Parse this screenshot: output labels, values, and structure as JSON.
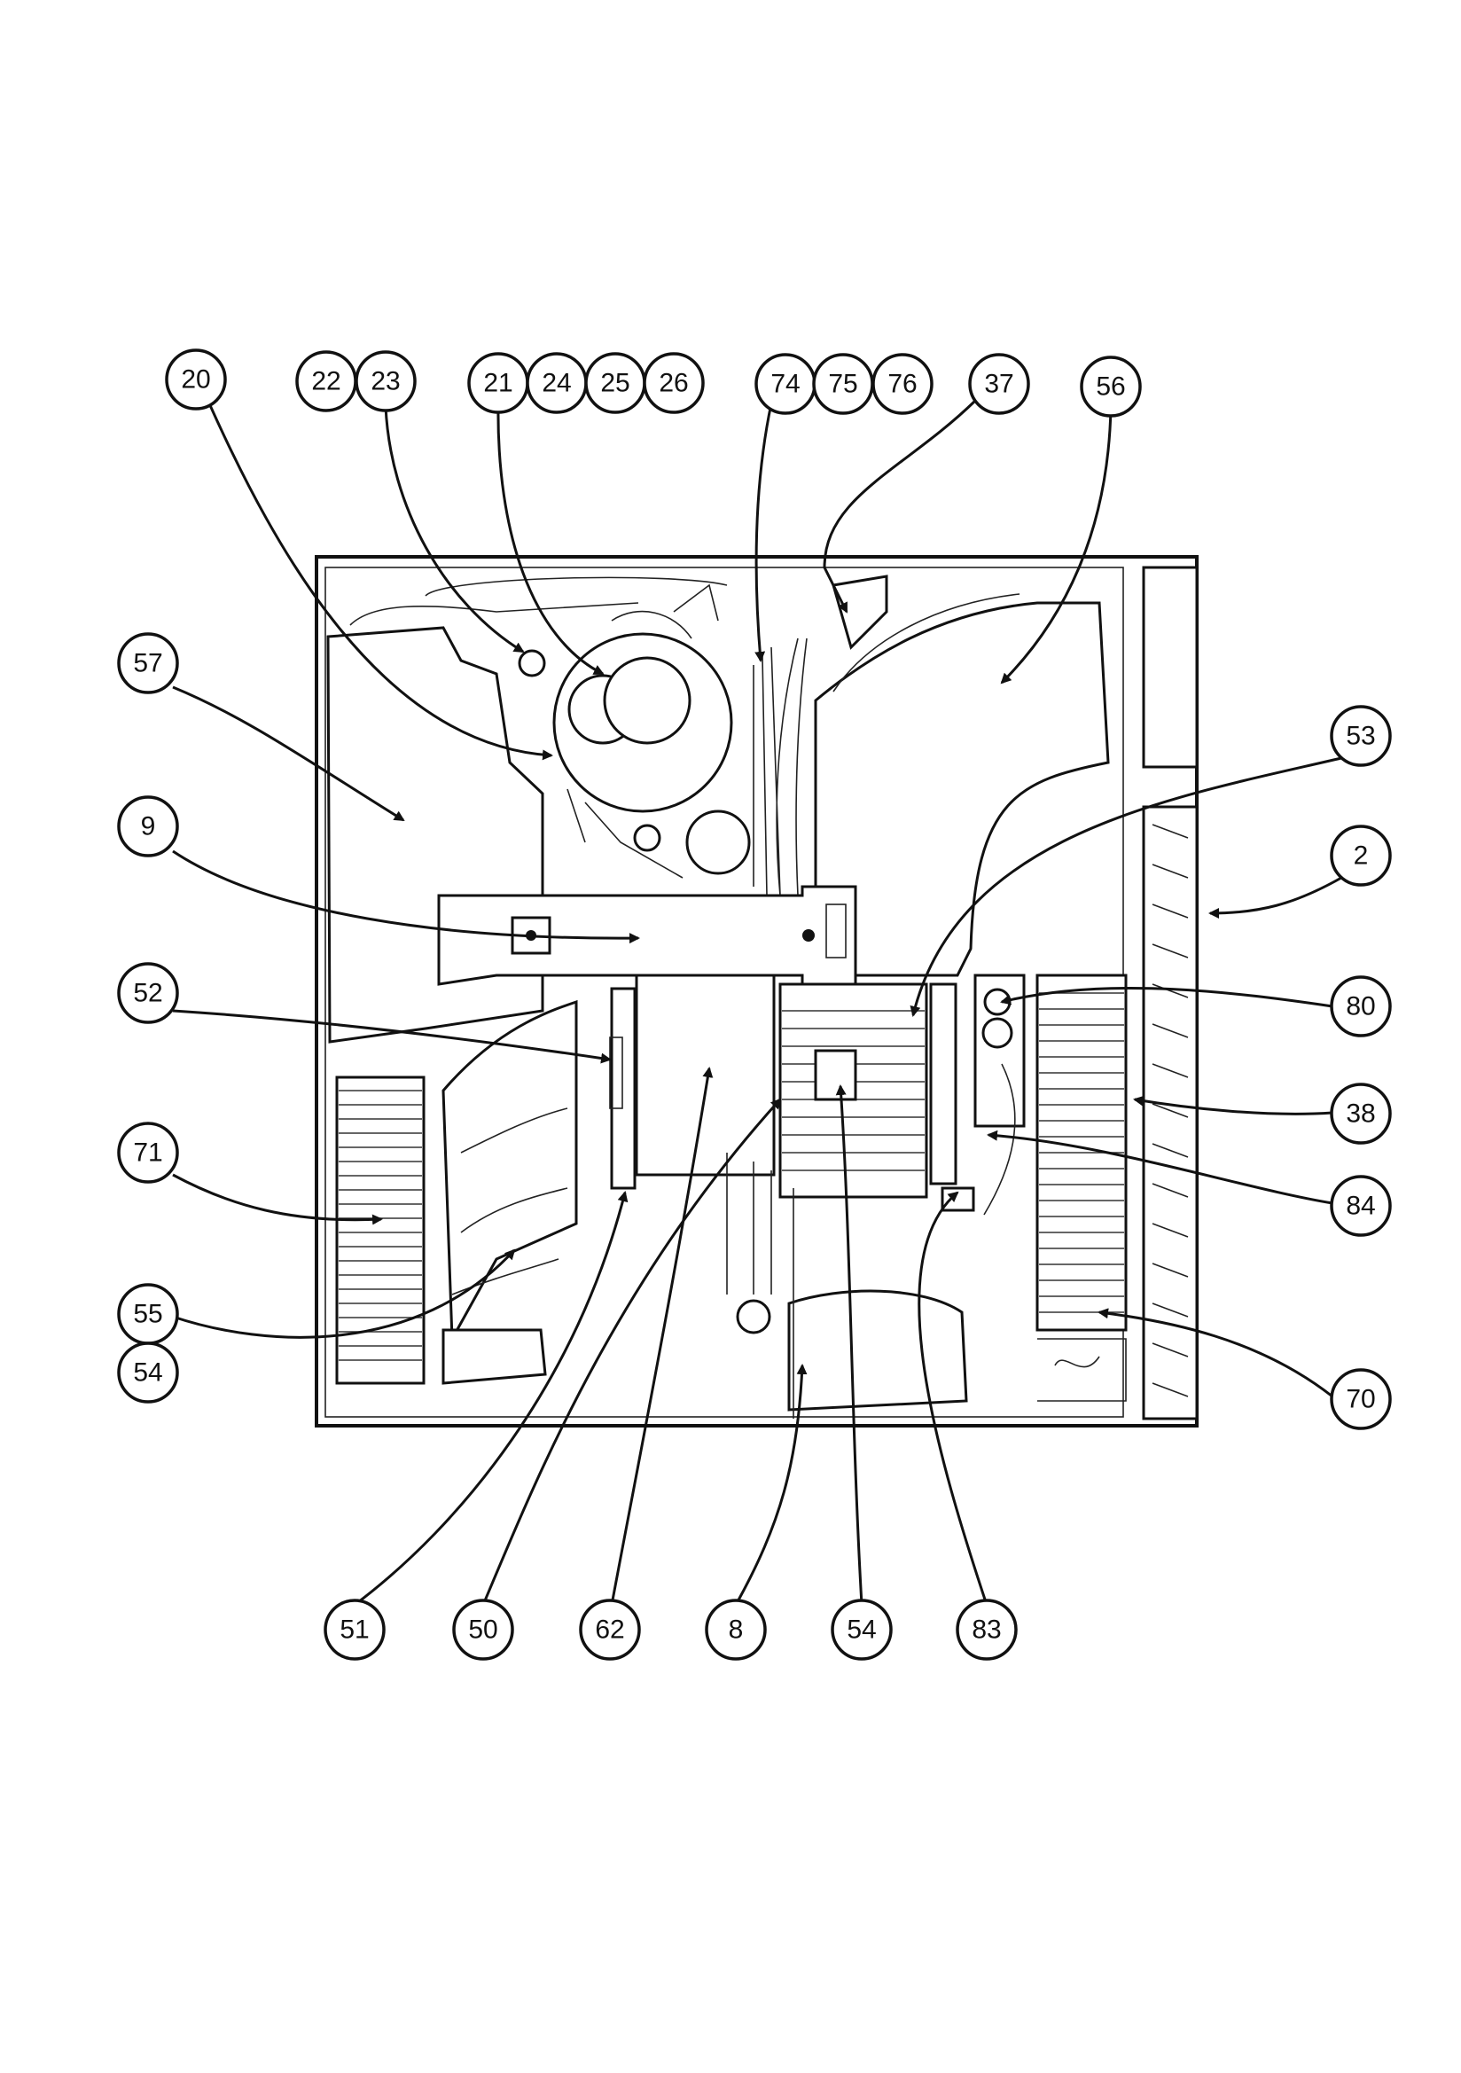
{
  "callouts": {
    "c20": "20",
    "c22": "22",
    "c23": "23",
    "c21": "21",
    "c24": "24",
    "c25": "25",
    "c26": "26",
    "c74": "74",
    "c75": "75",
    "c76": "76",
    "c37": "37",
    "c56": "56",
    "c57": "57",
    "c53": "53",
    "c9": "9",
    "c2": "2",
    "c52": "52",
    "c80": "80",
    "c38": "38",
    "c71": "71",
    "c84": "84",
    "c55": "55",
    "c54a": "54",
    "c70": "70",
    "c51": "51",
    "c50": "50",
    "c62": "62",
    "c8": "8",
    "c54b": "54",
    "c83": "83"
  }
}
